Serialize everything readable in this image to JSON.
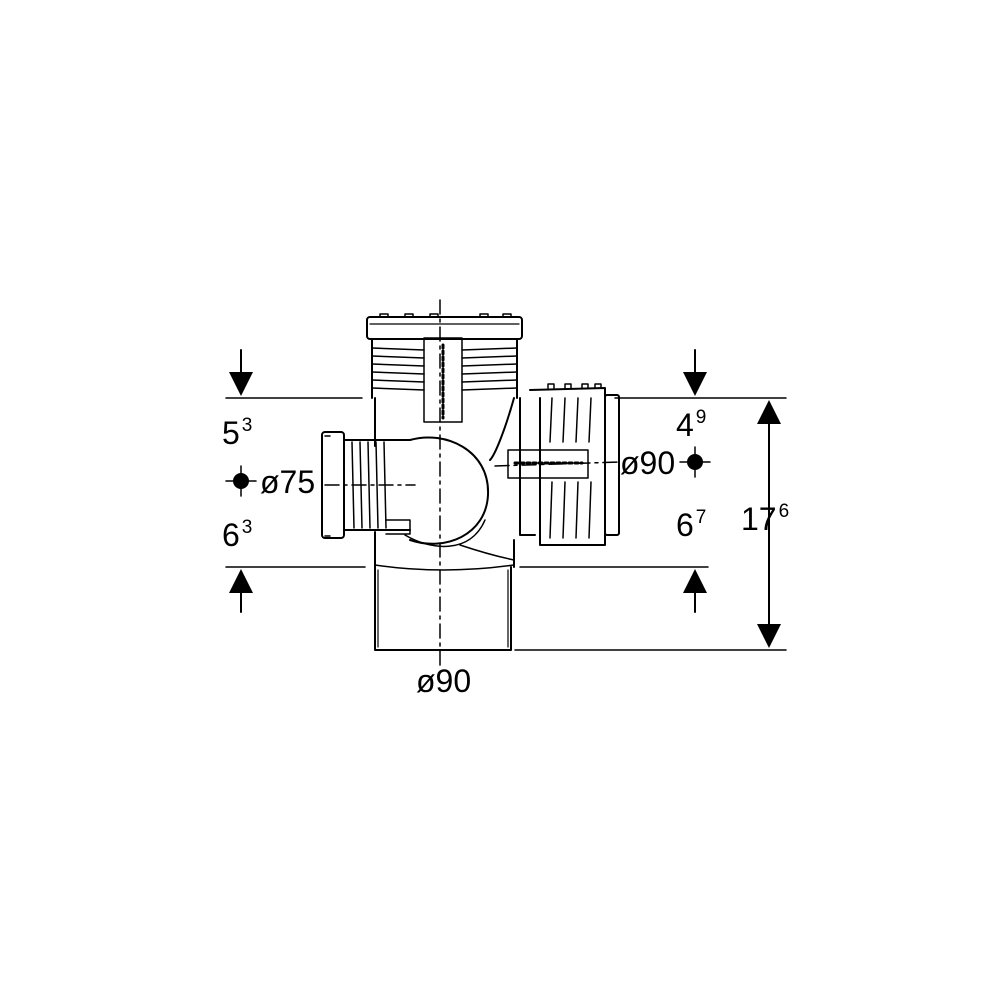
{
  "colors": {
    "line": "#000000",
    "background": "#ffffff"
  },
  "dimensions": {
    "left_upper": {
      "main": "5",
      "sup": "3"
    },
    "left_lower": {
      "main": "6",
      "sup": "3"
    },
    "right_upper": {
      "main": "4",
      "sup": "9"
    },
    "right_lower": {
      "main": "6",
      "sup": "7"
    },
    "total": {
      "main": "17",
      "sup": "6"
    },
    "left_branch_diameter": "ø75",
    "right_branch_diameter": "ø90",
    "bottom_diameter": "ø90"
  }
}
